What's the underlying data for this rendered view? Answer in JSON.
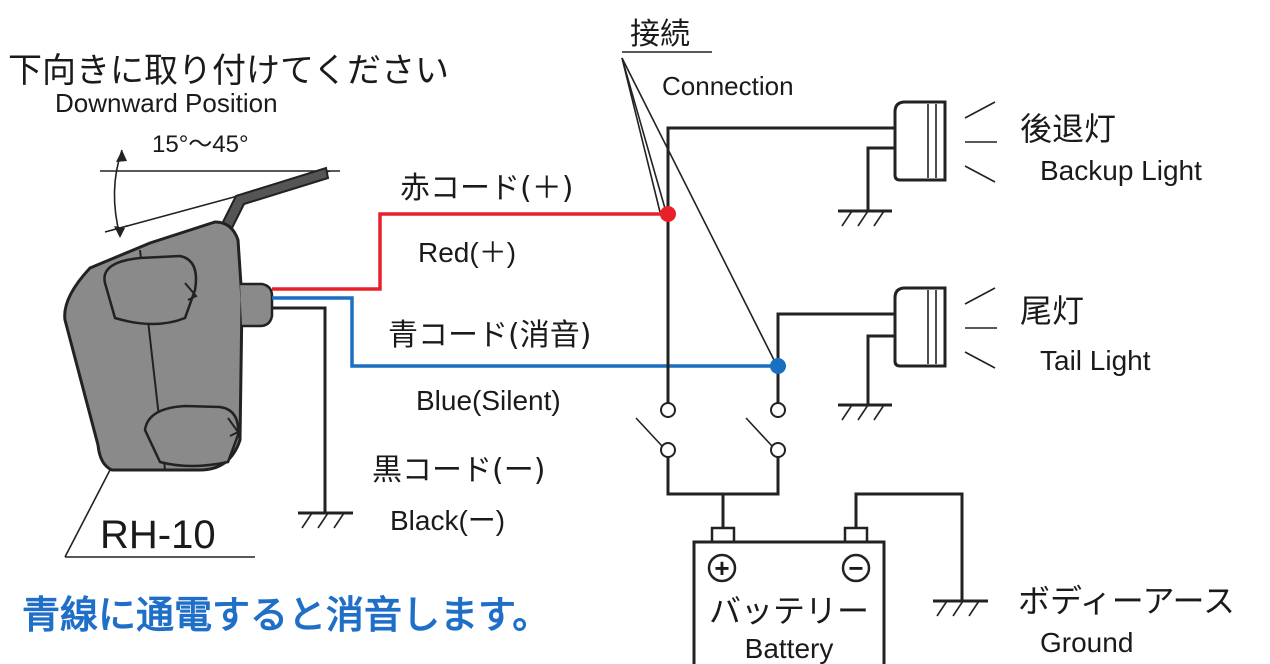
{
  "mount": {
    "title_jp": "下向きに取り付けてください",
    "title_en": "Downward Position",
    "angle": "15°〜45°"
  },
  "model": "RH-10",
  "wires": {
    "red_jp": "赤コード(＋)",
    "red_en": "Red(＋)",
    "blue_jp": "青コード(消音)",
    "blue_en": "Blue(Silent)",
    "black_jp": "黒コード(ー)",
    "black_en": "Black(ー)"
  },
  "connection": {
    "jp": "接続",
    "en": "Connection"
  },
  "lights": {
    "backup_jp": "後退灯",
    "backup_en": "Backup Light",
    "tail_jp": "尾灯",
    "tail_en": "Tail Light"
  },
  "battery": {
    "jp": "バッテリー",
    "en": "Battery",
    "plus": "+",
    "minus": "−"
  },
  "ground": {
    "jp": "ボディーアース",
    "en": "Ground"
  },
  "note": "青線に通電すると消音します。",
  "colors": {
    "red_wire": "#e8202a",
    "blue_wire": "#1a6fc0",
    "note_text": "#1f6fc8",
    "device_body": "#8a8a8a"
  }
}
